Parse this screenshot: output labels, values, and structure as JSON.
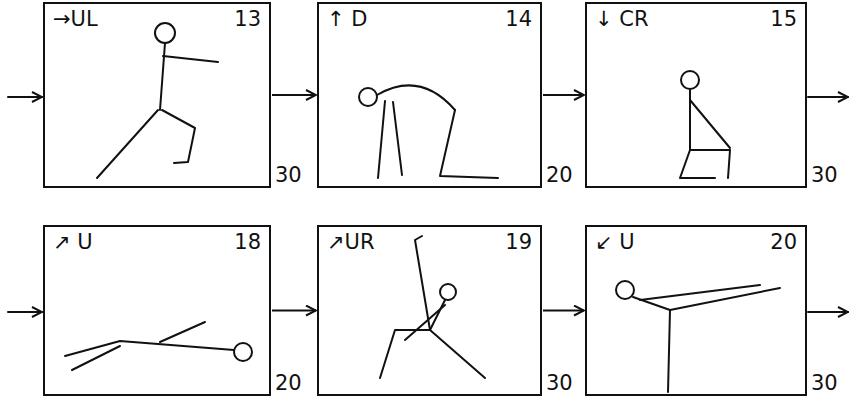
{
  "diagram": {
    "nodes": [
      {
        "text": [
          "→UL",
          "13"
        ]
      },
      {
        "text": [
          "↑ D",
          "14"
        ]
      },
      {
        "text": [
          "↓ CR",
          "15"
        ]
      },
      {
        "text": [
          "↗ U",
          "18"
        ]
      },
      {
        "text": [
          "↗UR",
          "19"
        ]
      },
      {
        "text": [
          "↙ U",
          "20"
        ]
      }
    ],
    "edges": [
      {
        "from": 0,
        "to": 1,
        "arrow": "to",
        "label": "30"
      },
      {
        "from": 1,
        "to": 2,
        "arrow": "to",
        "label": "20"
      },
      {
        "from": 3,
        "to": 4,
        "arrow": "to",
        "label": "20"
      },
      {
        "from": 4,
        "to": 5,
        "arrow": "to",
        "label": "30"
      }
    ],
    "labels": [
      "30",
      "30"
    ]
  }
}
